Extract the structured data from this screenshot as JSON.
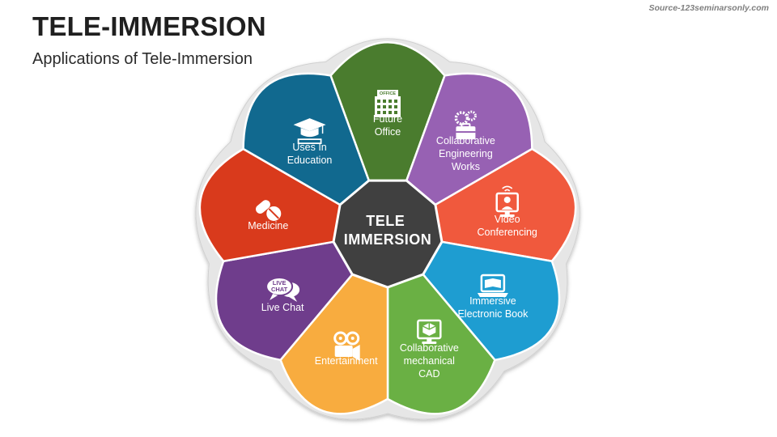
{
  "header": {
    "title": "TELE-IMMERSION",
    "subtitle": "Applications of Tele-Immersion",
    "source": "Source-123seminarsonly.com"
  },
  "diagram": {
    "center": {
      "lines": [
        "TELE",
        "IMMERSION"
      ],
      "color": "#404040"
    },
    "outline_color": "#e6e6e6",
    "segments": [
      {
        "id": "future-office",
        "lines": [
          "Future",
          "Office"
        ],
        "color": "#4a7c2e",
        "icon": "office-building-icon",
        "icon_text": "OFFICE"
      },
      {
        "id": "collaborative-engineering-works",
        "lines": [
          "Collaborative",
          "Engineering",
          "Works"
        ],
        "color": "#9761b3",
        "icon": "gears-toolbox-icon"
      },
      {
        "id": "video-conferencing",
        "lines": [
          "Video",
          "Conferencing"
        ],
        "color": "#f0593d",
        "icon": "video-monitor-icon"
      },
      {
        "id": "immersive-electronic-book",
        "lines": [
          "Immersive",
          "Electronic Book"
        ],
        "color": "#1e9dd1",
        "icon": "laptop-book-icon"
      },
      {
        "id": "collaborative-mechanical-cad",
        "lines": [
          "Collaborative",
          "mechanical",
          "CAD"
        ],
        "color": "#6ab044",
        "icon": "cad-monitor-icon"
      },
      {
        "id": "entertainment",
        "lines": [
          "Entertainment"
        ],
        "color": "#f8ac3f",
        "icon": "film-camera-icon"
      },
      {
        "id": "live-chat",
        "lines": [
          "Live Chat"
        ],
        "color": "#6f3d8c",
        "icon": "live-chat-icon",
        "icon_text": [
          "LIVE",
          "CHAT"
        ]
      },
      {
        "id": "medicine",
        "lines": [
          "Medicine"
        ],
        "color": "#d93a1c",
        "icon": "pills-icon"
      },
      {
        "id": "uses-in-education",
        "lines": [
          "Uses In",
          "Education"
        ],
        "color": "#11698f",
        "icon": "graduation-cap-icon"
      }
    ]
  }
}
